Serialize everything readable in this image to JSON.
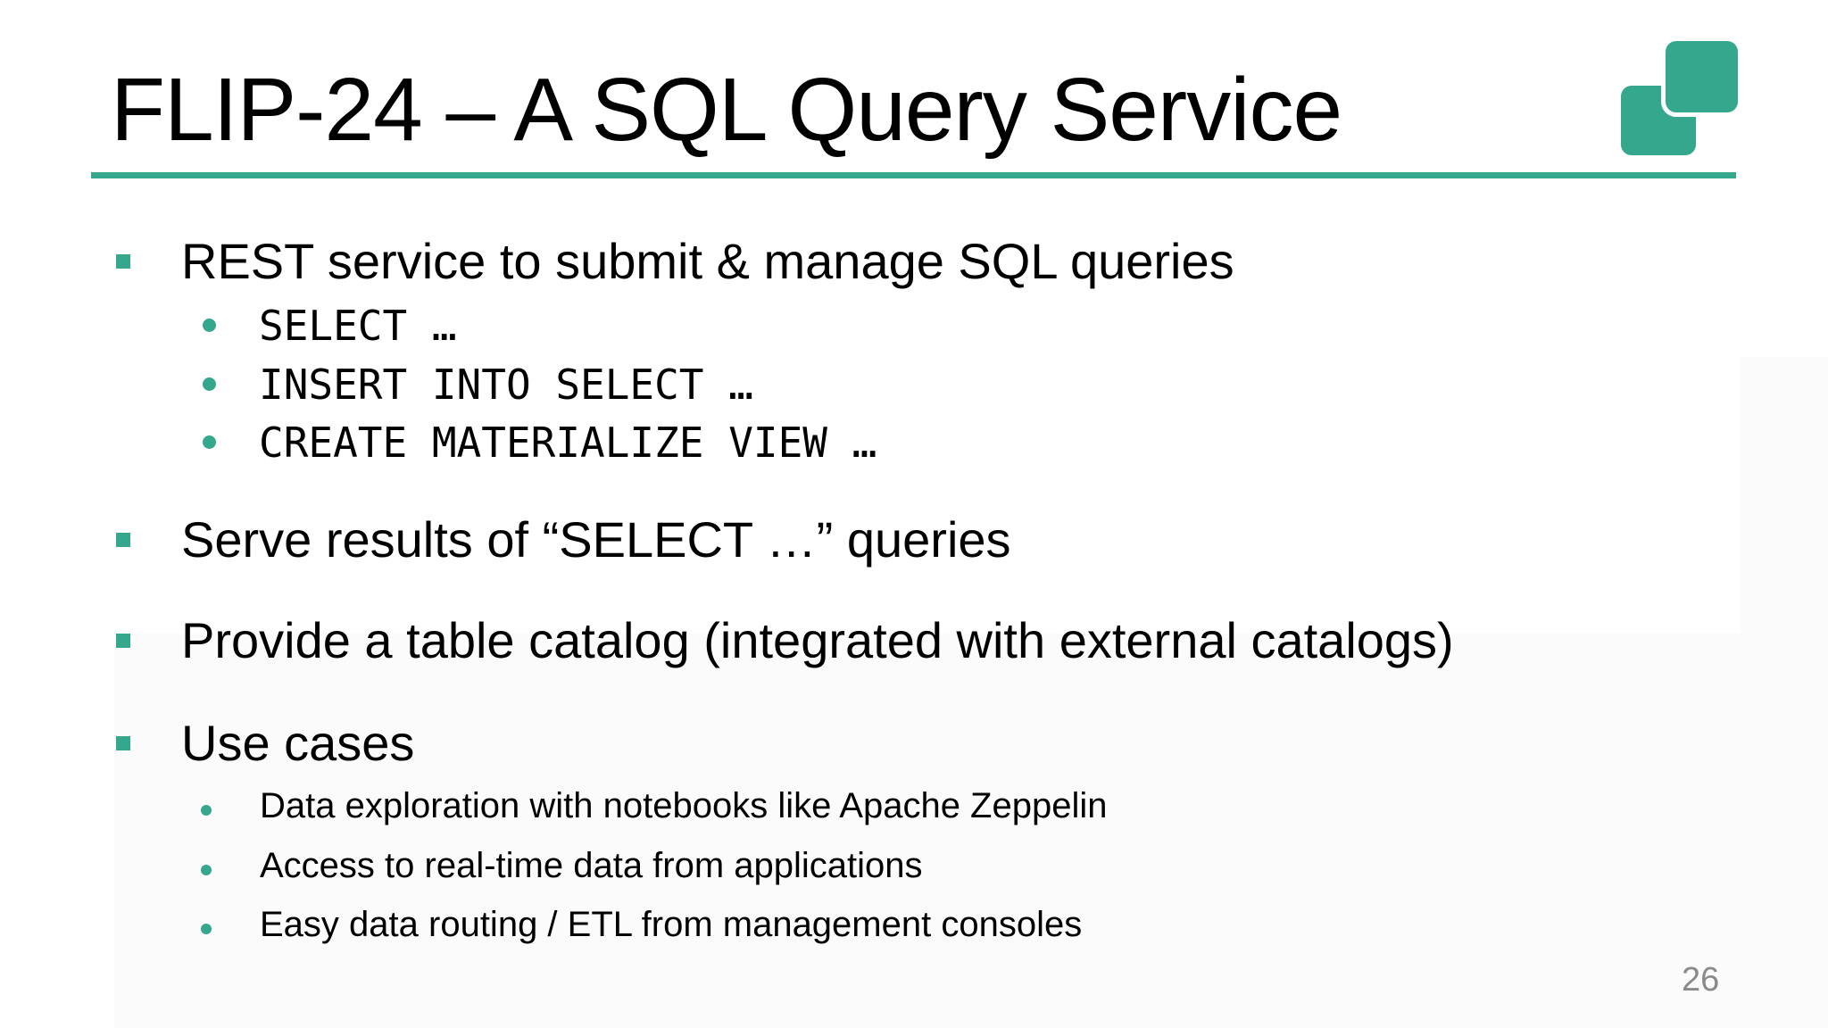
{
  "slide": {
    "title": "FLIP-24 – A SQL Query Service",
    "accent_color": "#35a78c",
    "muted_color": "#8a8a8a",
    "page_number": "26",
    "logo": "two-overlapping-teal-rounded-squares",
    "bullets": [
      {
        "label": "REST service to submit & manage SQL queries",
        "children_style": "code",
        "children": [
          "SELECT …",
          "INSERT INTO SELECT …",
          "CREATE MATERIALIZE VIEW …"
        ]
      },
      {
        "label": "Serve results of “SELECT …” queries",
        "children": []
      },
      {
        "label": "Provide a table catalog (integrated with external catalogs)",
        "children": []
      },
      {
        "label": "Use cases",
        "children_style": "plain",
        "children": [
          "Data exploration with notebooks like Apache Zeppelin",
          "Access to real-time data from applications",
          "Easy data routing / ETL from management consoles"
        ]
      }
    ]
  }
}
